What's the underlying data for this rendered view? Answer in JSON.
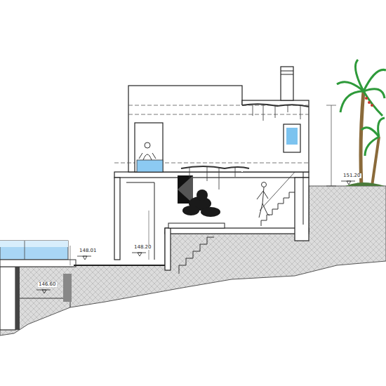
{
  "diagram": {
    "labels": [
      "148.01",
      "148.20",
      "146.60",
      "151.20"
    ]
  }
}
